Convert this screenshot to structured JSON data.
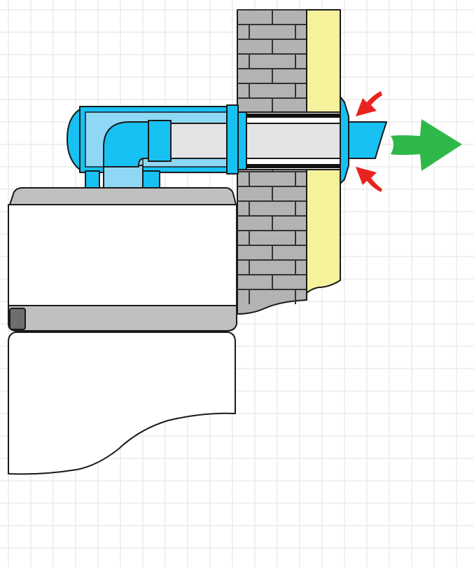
{
  "title": "",
  "colors": {
    "background": "#ffffff",
    "grid": "#e6e6e6",
    "brick_fill": "#b3b3b3",
    "mortar": "#333333",
    "insulation": "#f6f29c",
    "boiler_body": "#ffffff",
    "boiler_band": "#c0c0c0",
    "pipe_outer": "#17c1f2",
    "pipe_light": "#8fd8f5",
    "pipe_inner": "#e3e4e6",
    "intake_arrows": "#e8231f",
    "exhaust_arrow": "#2fb84a"
  },
  "parts": {
    "wall": "brick-wall",
    "insulation": "insulation-layer",
    "boiler": "wall-boiler",
    "flue": "coaxial-flue-pipe",
    "intake": "air-intake-arrows",
    "exhaust": "exhaust-outlet-arrow"
  }
}
